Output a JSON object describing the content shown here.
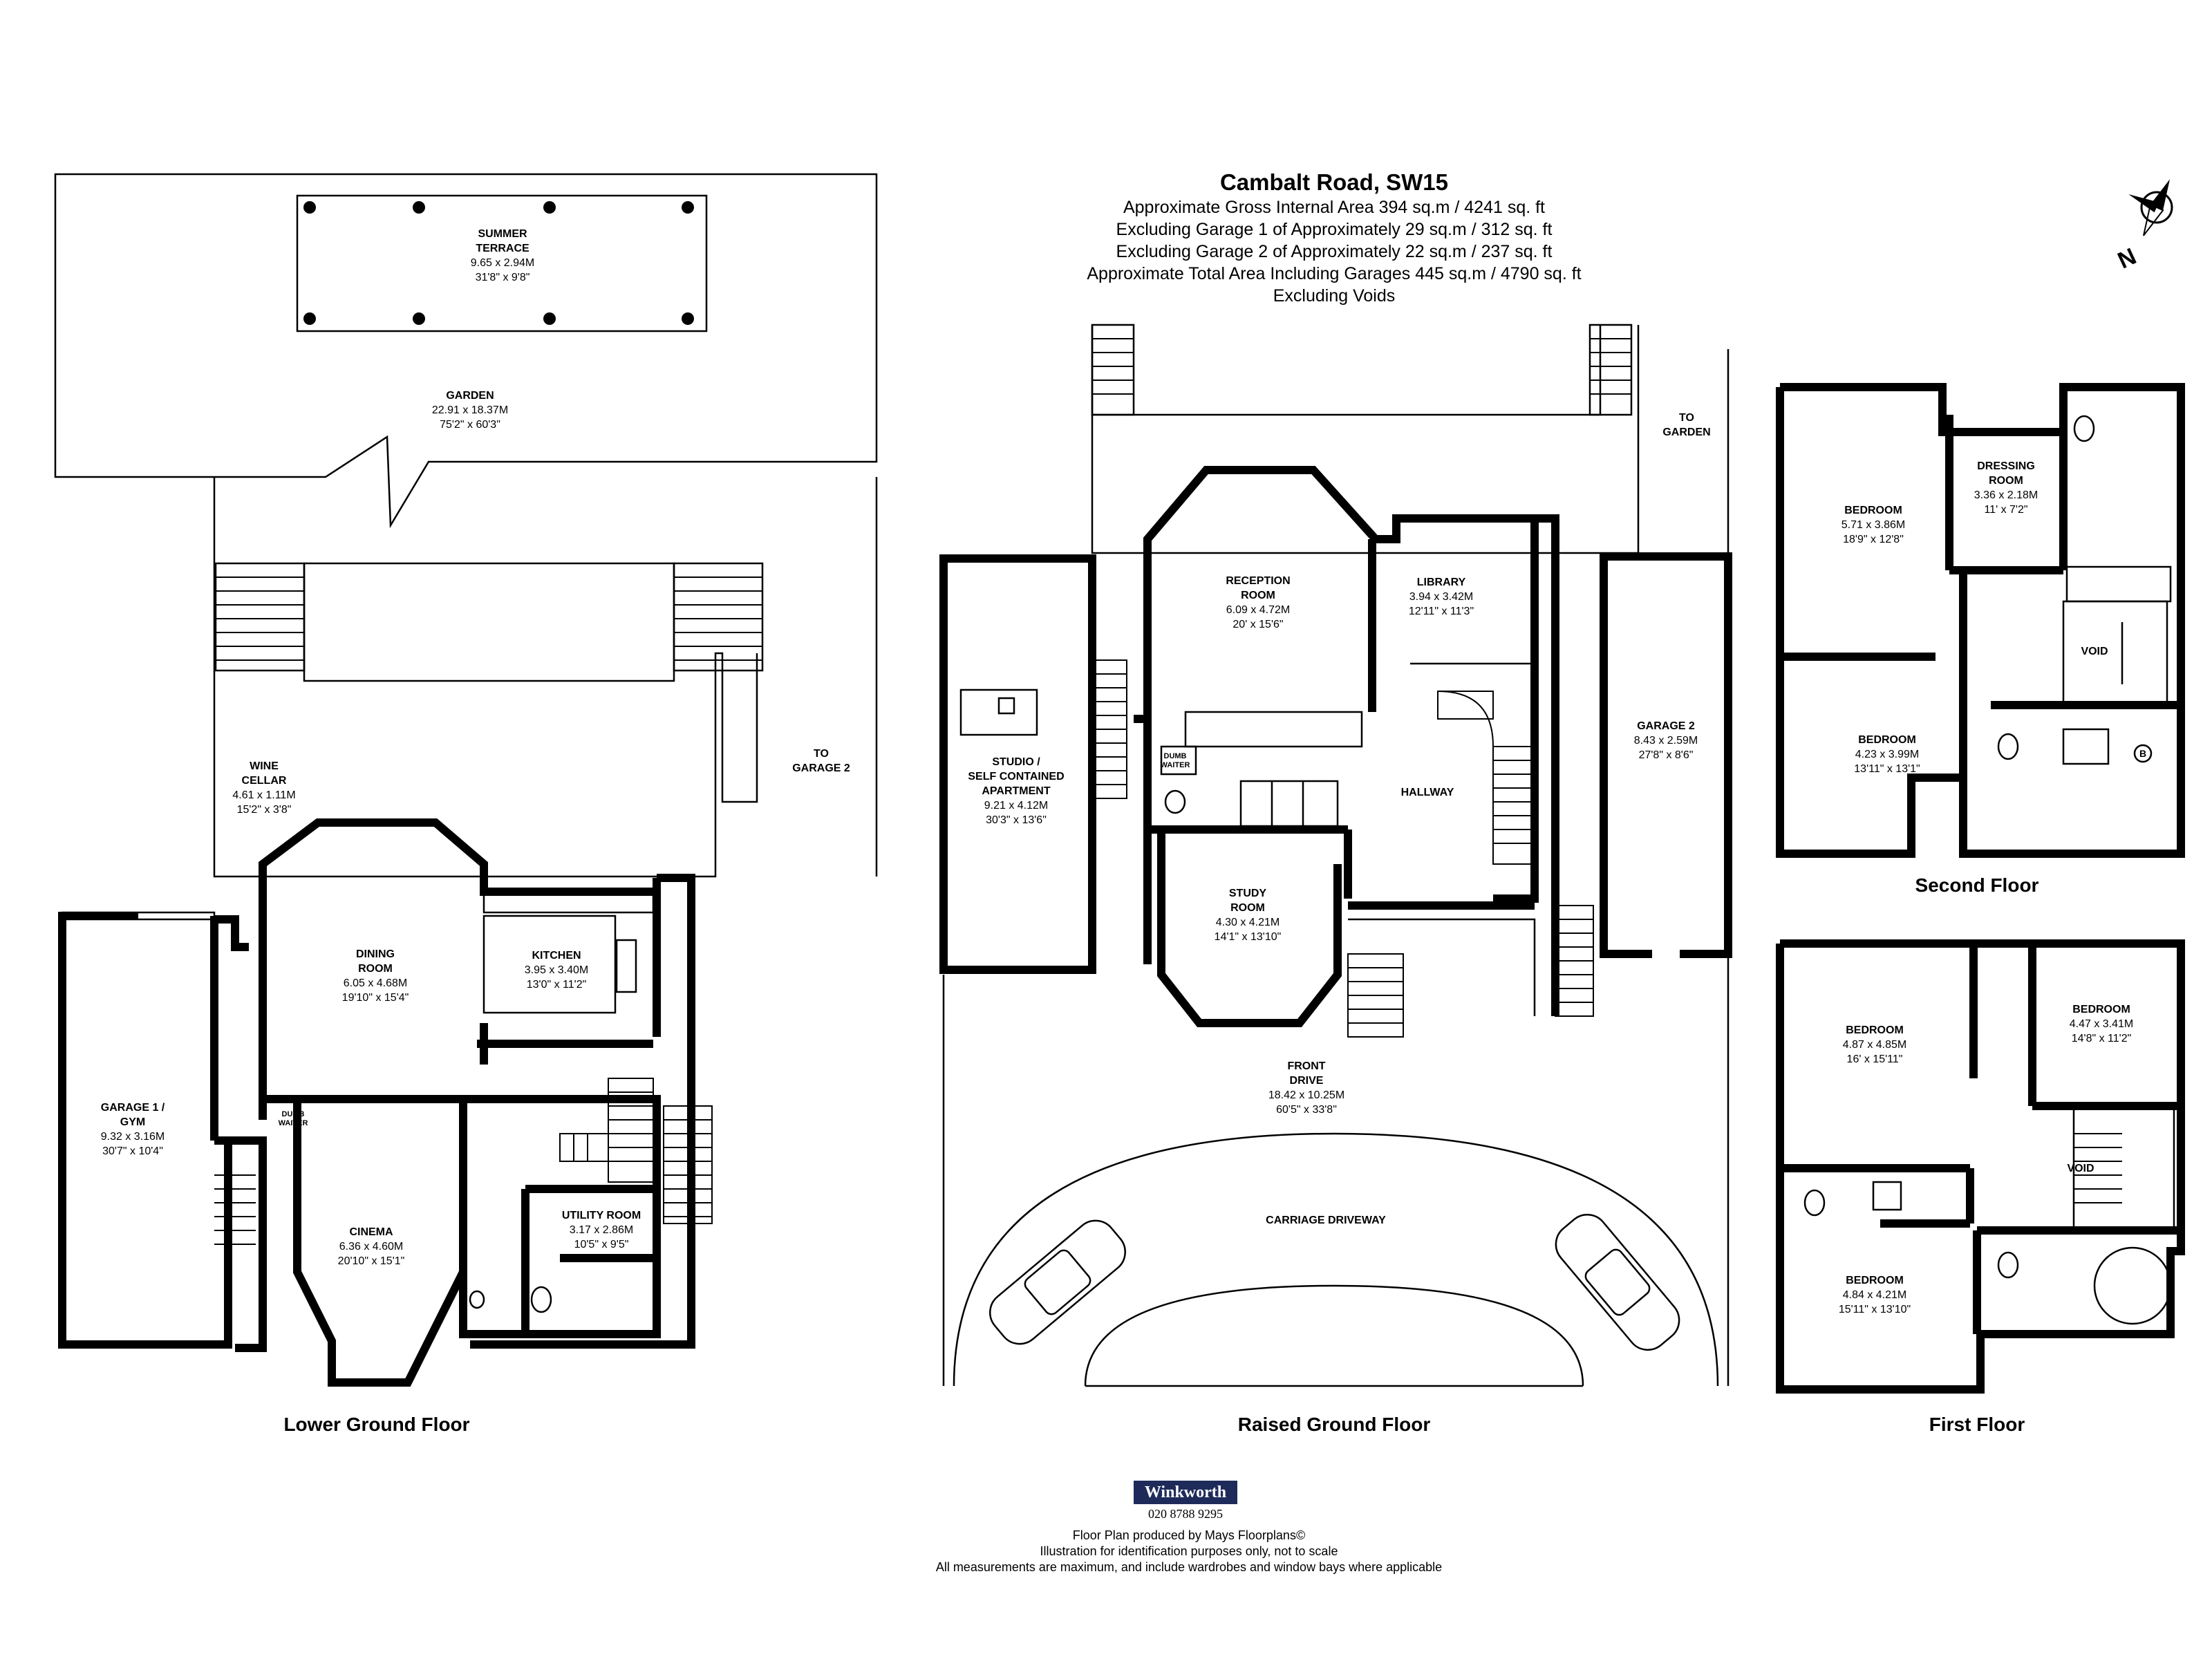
{
  "header": {
    "title": "Cambalt Road, SW15",
    "lines": [
      "Approximate Gross Internal Area 394 sq.m /  4241 sq. ft",
      "Excluding Garage 1 of Approximately 29 sq.m /  312 sq. ft",
      "Excluding Garage 2 of Approximately 22 sq.m /  237 sq. ft",
      "Approximate Total Area Including Garages 445 sq.m /  4790 sq. ft",
      "Excluding Voids"
    ]
  },
  "compass": {
    "label": "N"
  },
  "floors": {
    "lower_ground": "Lower Ground Floor",
    "raised_ground": "Raised Ground Floor",
    "first": "First Floor",
    "second": "Second Floor"
  },
  "rooms": {
    "summer_terrace": {
      "name": [
        "SUMMER",
        "TERRACE"
      ],
      "metric": "9.65 x 2.94M",
      "imperial": "31'8\" x 9'8\""
    },
    "garden": {
      "name": [
        "GARDEN"
      ],
      "metric": "22.91 x 18.37M",
      "imperial": "75'2\" x 60'3\""
    },
    "wine_cellar": {
      "name": [
        "WINE",
        "CELLAR"
      ],
      "metric": "4.61 x 1.11M",
      "imperial": "15'2\" x 3'8\""
    },
    "dining_room": {
      "name": [
        "DINING",
        "ROOM"
      ],
      "metric": "6.05 x 4.68M",
      "imperial": "19'10\" x 15'4\""
    },
    "kitchen": {
      "name": [
        "KITCHEN"
      ],
      "metric": "3.95 x 3.40M",
      "imperial": "13'0\" x 11'2\""
    },
    "garage1": {
      "name": [
        "GARAGE 1 /",
        "GYM"
      ],
      "metric": "9.32 x 3.16M",
      "imperial": "30'7\" x 10'4\""
    },
    "cinema": {
      "name": [
        "CINEMA"
      ],
      "metric": "6.36 x 4.60M",
      "imperial": "20'10\" x 15'1\""
    },
    "utility": {
      "name": [
        "UTILITY ROOM"
      ],
      "metric": "3.17 x 2.86M",
      "imperial": "10'5\" x 9'5\""
    },
    "studio": {
      "name": [
        "STUDIO /",
        "SELF CONTAINED",
        "APARTMENT"
      ],
      "metric": "9.21 x 4.12M",
      "imperial": "30'3\" x 13'6\""
    },
    "reception": {
      "name": [
        "RECEPTION",
        "ROOM"
      ],
      "metric": "6.09 x 4.72M",
      "imperial": "20' x 15'6\""
    },
    "library": {
      "name": [
        "LIBRARY"
      ],
      "metric": "3.94 x 3.42M",
      "imperial": "12'11\" x 11'3\""
    },
    "hallway": {
      "name": [
        "HALLWAY"
      ],
      "metric": "",
      "imperial": ""
    },
    "study": {
      "name": [
        "STUDY",
        "ROOM"
      ],
      "metric": "4.30 x 4.21M",
      "imperial": "14'1\" x 13'10\""
    },
    "garage2": {
      "name": [
        "GARAGE 2"
      ],
      "metric": "8.43 x 2.59M",
      "imperial": "27'8\" x 8'6\""
    },
    "front_drive": {
      "name": [
        "FRONT",
        "DRIVE"
      ],
      "metric": "18.42 x 10.25M",
      "imperial": "60'5\" x 33'8\""
    },
    "carriage": {
      "name": [
        "CARRIAGE DRIVEWAY"
      ],
      "metric": "",
      "imperial": ""
    },
    "bed2_1": {
      "name": [
        "BEDROOM"
      ],
      "metric": "5.71 x 3.86M",
      "imperial": "18'9\" x 12'8\""
    },
    "dressing": {
      "name": [
        "DRESSING",
        "ROOM"
      ],
      "metric": "3.36 x 2.18M",
      "imperial": "11' x 7'2\""
    },
    "bed2_2": {
      "name": [
        "BEDROOM"
      ],
      "metric": "4.23 x 3.99M",
      "imperial": "13'11\" x 13'1\""
    },
    "bed1_1": {
      "name": [
        "BEDROOM"
      ],
      "metric": "4.87 x 4.85M",
      "imperial": "16' x 15'11\""
    },
    "bed1_2": {
      "name": [
        "BEDROOM"
      ],
      "metric": "4.47 x 3.41M",
      "imperial": "14'8\" x 11'2\""
    },
    "bed1_3": {
      "name": [
        "BEDROOM"
      ],
      "metric": "4.84 x 4.21M",
      "imperial": "15'11\" x 13'10\""
    }
  },
  "small_labels": {
    "to_garage2": [
      "TO",
      "GARAGE 2"
    ],
    "to_garden": [
      "TO",
      "GARDEN"
    ],
    "dumb_waiter": [
      "DUMB",
      "WAITER"
    ],
    "void": "VOID",
    "boiler": "B"
  },
  "brand": {
    "name": "Winkworth",
    "phone": "020 8788 9295"
  },
  "footer": [
    "Floor Plan produced by Mays Floorplans©",
    "Illustration for identification purposes only, not to scale",
    "All measurements are maximum, and include wardrobes and window bays where applicable"
  ]
}
